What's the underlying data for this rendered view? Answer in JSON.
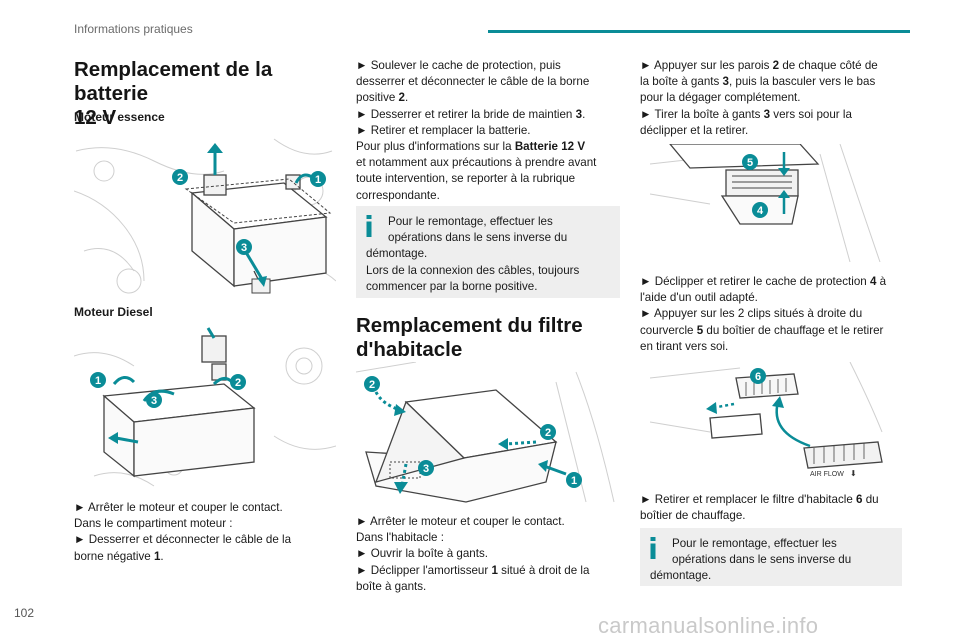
{
  "header": {
    "section": "Informations pratiques"
  },
  "page_number": "102",
  "watermark": "carmanualsonline.info",
  "battery": {
    "title_l1": "Remplacement de la batterie",
    "title_l2": "12 V",
    "petrol_label": "Moteur essence",
    "diesel_label": "Moteur Diesel",
    "steps_a": [
      "► Arrêter le moteur et couper le contact.",
      "Dans le compartiment moteur :",
      "► Desserrer et déconnecter le câble de la",
      "borne négative "
    ],
    "neg_ref": "1",
    "neg_end": ".",
    "s1a": "► Soulever le cache de protection, puis",
    "s1b": "desserrer et déconnecter le câble de la borne",
    "s1c": "positive ",
    "s1c_ref": "2",
    "s1c_end": ".",
    "s2": "► Desserrer et retirer la bride de maintien ",
    "s2_ref": "3",
    "s2_end": ".",
    "s3": "► Retirer et remplacer la batterie.",
    "s4": "Pour plus d'informations sur la ",
    "s4_bold": "Batterie 12 V",
    "s5": "et notamment aux précautions à prendre avant",
    "s6": "toute intervention, se reporter à la rubrique",
    "s7": "correspondante.",
    "note_l1": "Pour le remontage, effectuer les",
    "note_l2": "opérations dans le sens inverse du",
    "note_l3": "démontage.",
    "note_l4": "Lors de la connexion des câbles, toujours",
    "note_l5": "commencer par la borne positive."
  },
  "cabin": {
    "title_l1": "Remplacement du filtre",
    "title_l2": "d'habitacle",
    "c1": "► Arrêter le moteur et couper le contact.",
    "c2": "Dans l'habitacle :",
    "c3": "► Ouvrir la boîte à gants.",
    "c4a": "► Déclipper l'amortisseur ",
    "c4_ref": "1",
    "c4b": " situé à droit de la",
    "c5": "boîte à gants.",
    "r1a": "► Appuyer sur les parois ",
    "r1_ref": "2",
    "r1b": " de chaque côté de",
    "r2a": "la boîte à gants ",
    "r2_ref": "3",
    "r2b": ", puis la basculer vers le bas",
    "r3": "pour la dégager complétement.",
    "r4a": "► Tirer la boîte à gants ",
    "r4_ref": "3",
    "r4b": " vers soi pour la",
    "r5": "déclipper et la retirer.",
    "d1a": "► Déclipper et retirer le cache de protection ",
    "d1_ref": "4",
    "d1b": " à",
    "d2": "l'aide d'un outil adapté.",
    "d3": "► Appuyer sur les 2 clips situés à droite du",
    "d4a": "courvercle ",
    "d4_ref": "5",
    "d4b": " du boîtier de chauffage et le retirer",
    "d5": "en tirant vers soi.",
    "e1a": "► Retirer et remplacer le filtre d'habitacle ",
    "e1_ref": "6",
    "e1b": " du",
    "e2": "boîtier de chauffage.",
    "note_l1": "Pour le remontage, effectuer les",
    "note_l2": "opérations dans le sens inverse du",
    "note_l3": "démontage.",
    "airflow_label": "AIR FLOW"
  },
  "markers": {
    "m1": "1",
    "m2": "2",
    "m3": "3",
    "m4": "4",
    "m5": "5",
    "m6": "6"
  },
  "colors": {
    "accent": "#0a8c97",
    "marker": "#0a8c97",
    "note_bg": "#eeeeee",
    "line": "#444444"
  }
}
